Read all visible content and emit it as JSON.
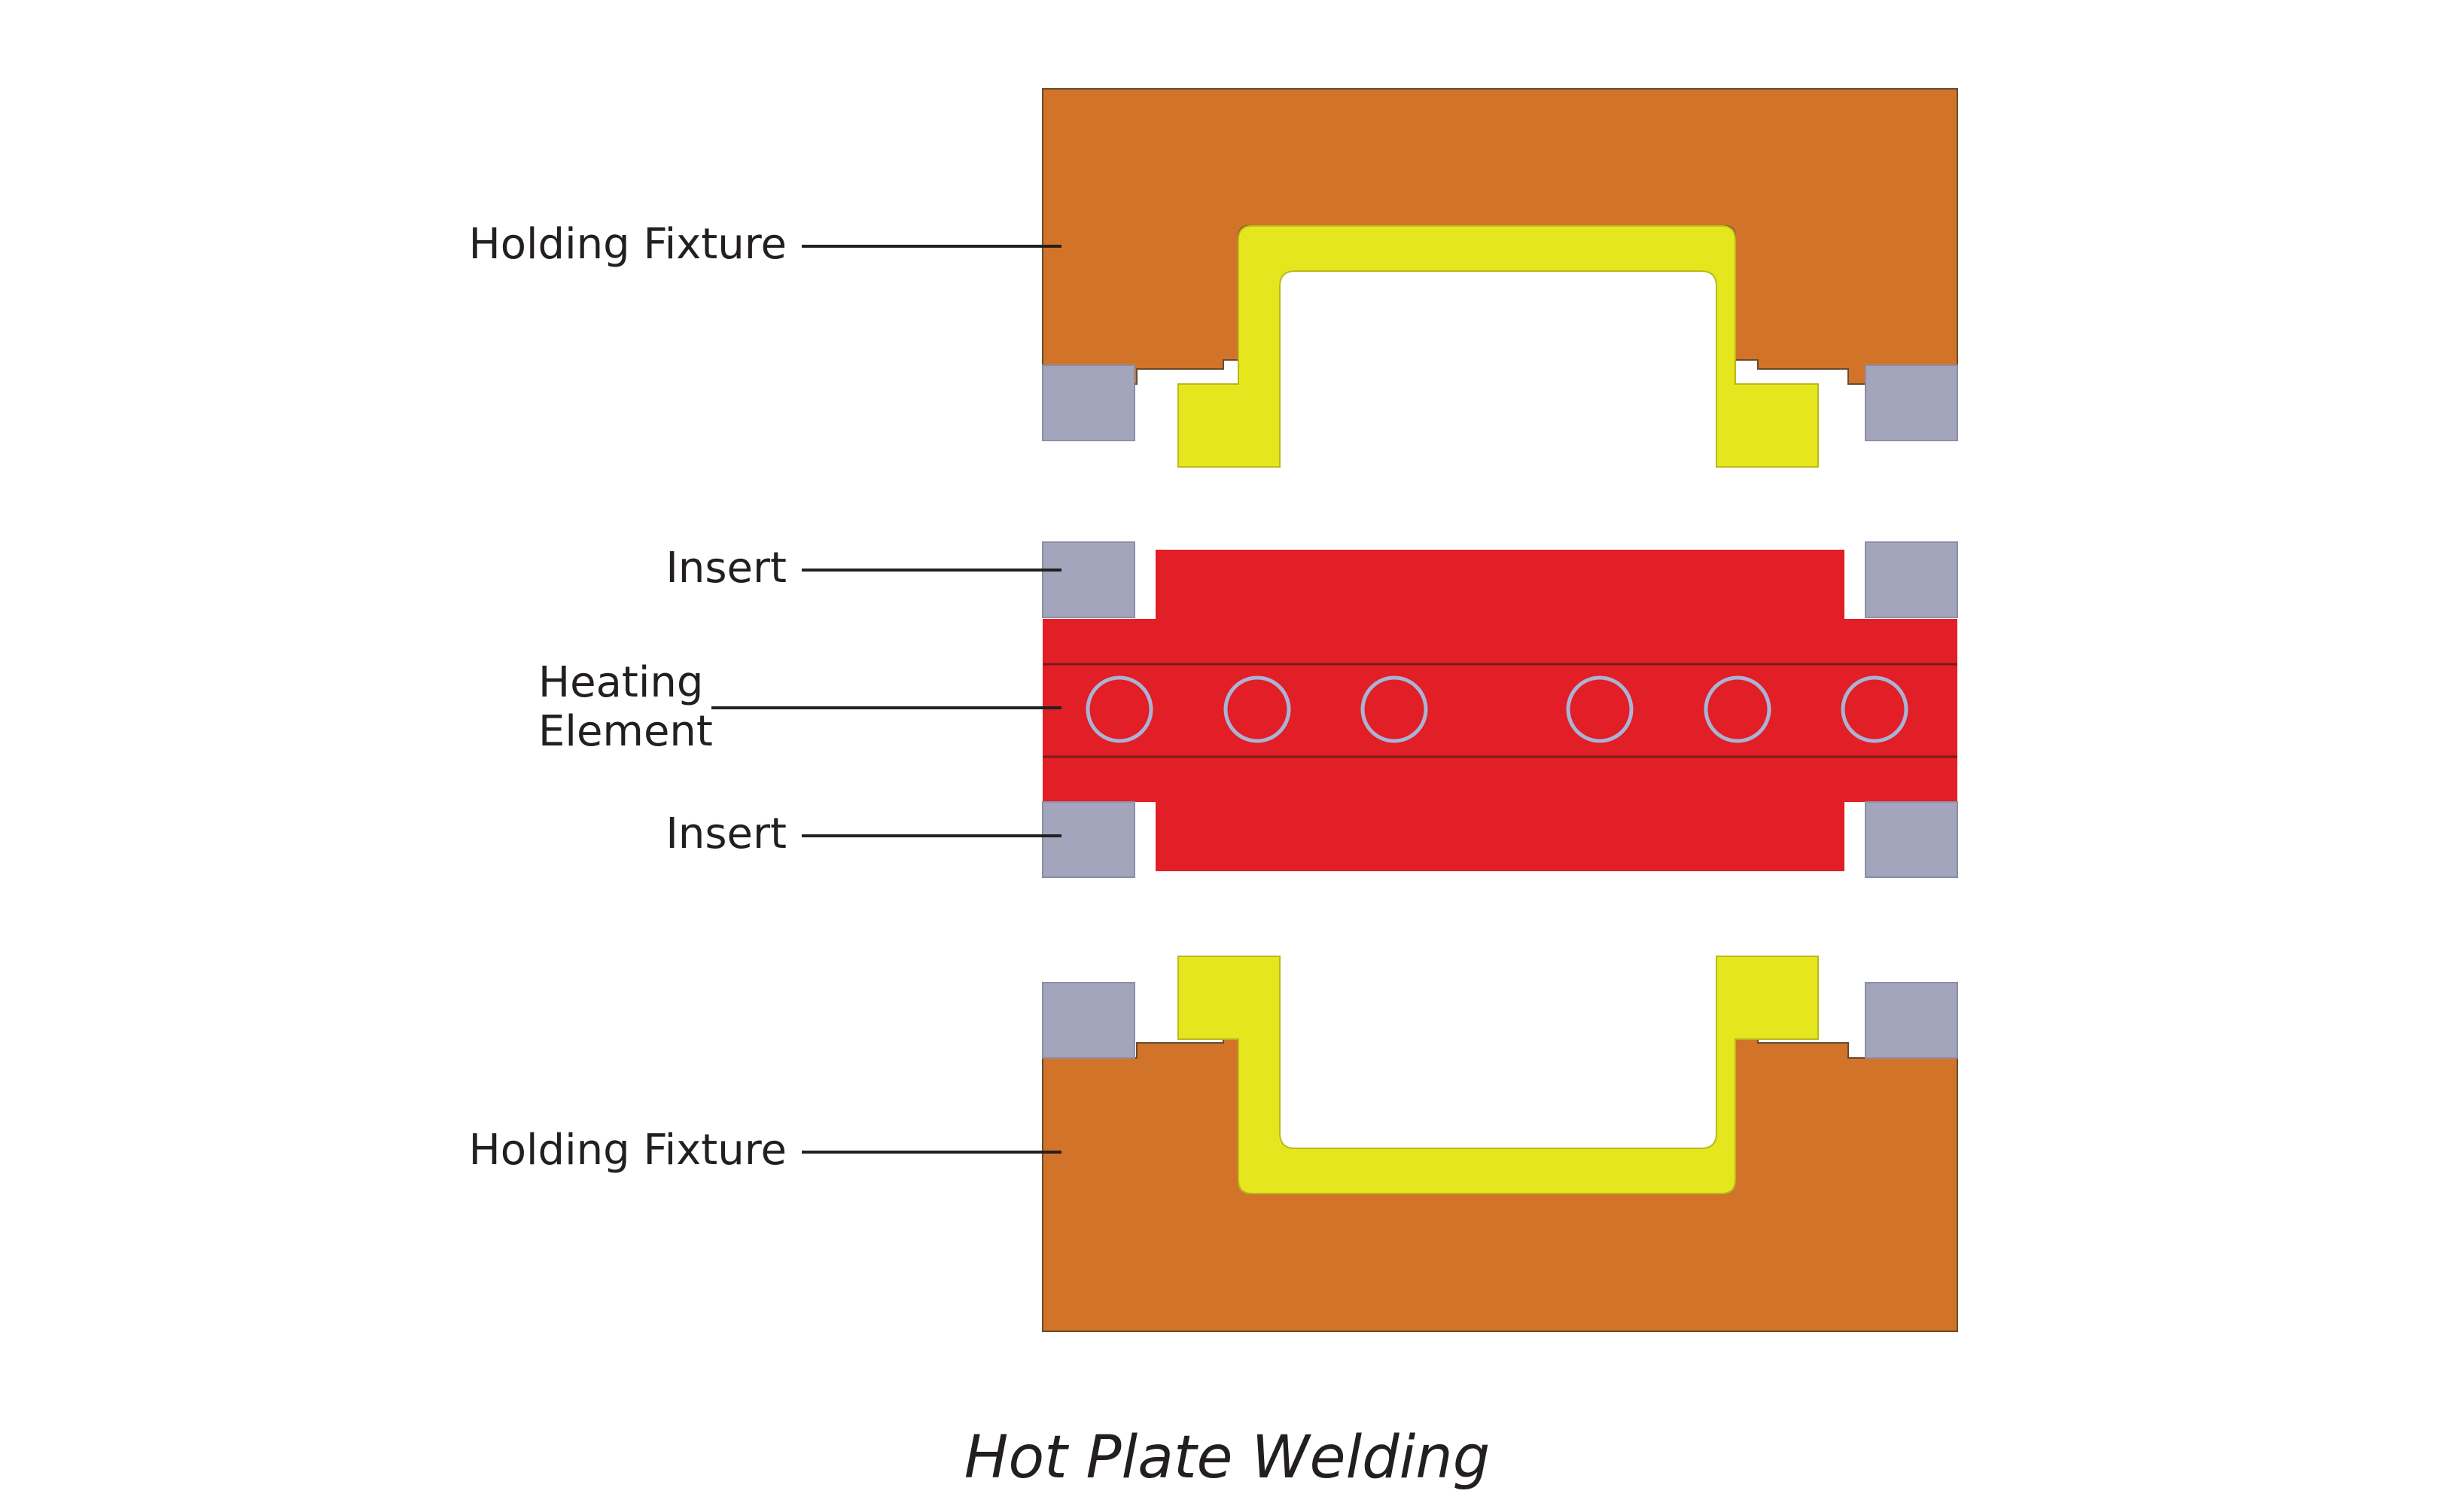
{
  "labels": {
    "holding_fixture_top": "Holding Fixture",
    "insert_top": "Insert",
    "heating_element_line1": "Heating",
    "heating_element_line2": "Element",
    "insert_bottom": "Insert",
    "holding_fixture_bottom": "Holding Fixture"
  },
  "caption": "Hot Plate Welding",
  "colors": {
    "fixture": "#D17429",
    "part": "#E6E61E",
    "insert": "#A3A5BD",
    "heater": "#E21E26",
    "coil": "#A9B3D6",
    "line": "#231f20"
  }
}
